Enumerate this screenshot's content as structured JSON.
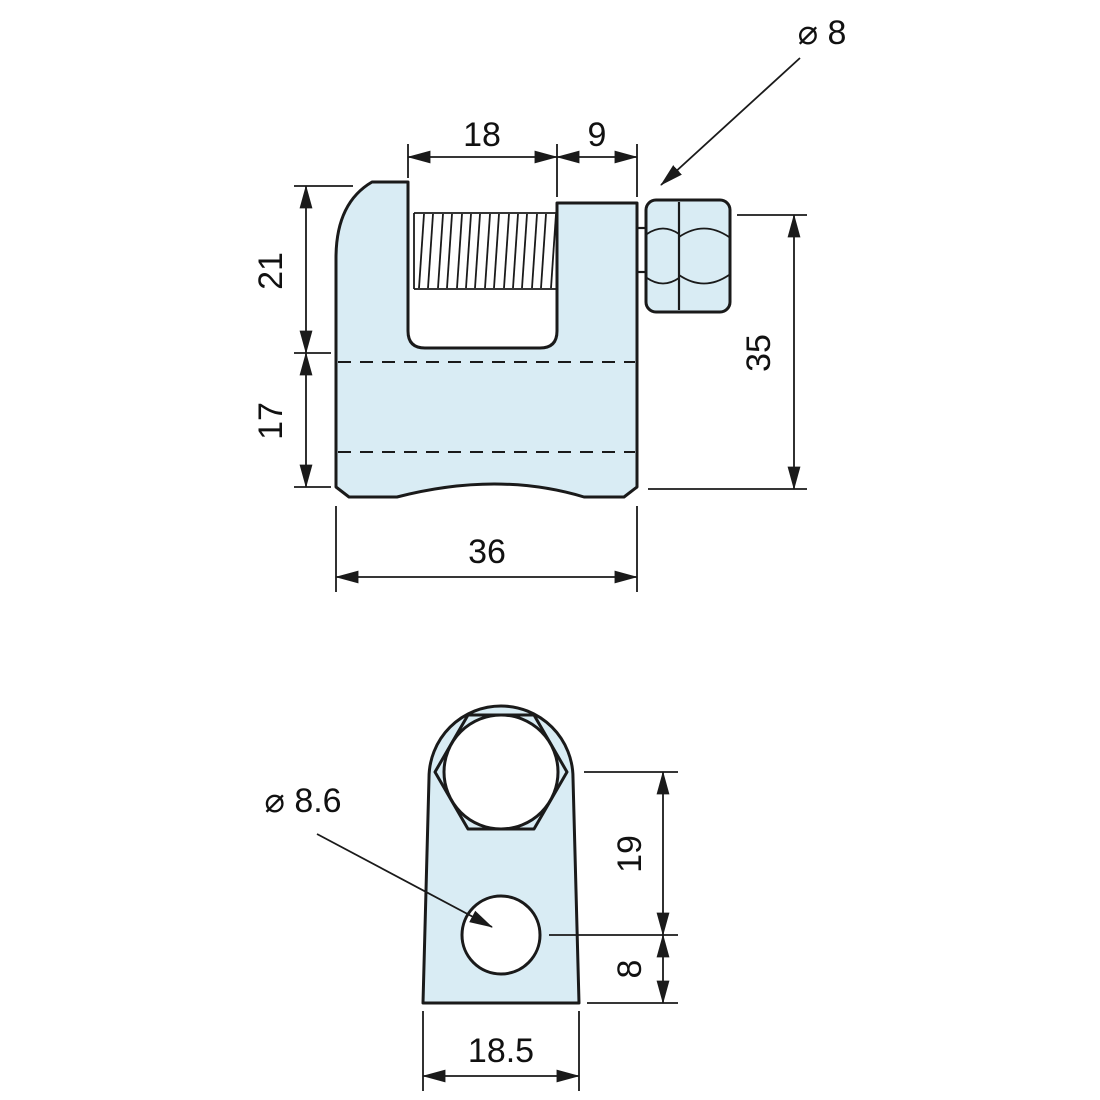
{
  "colors": {
    "body_fill": "#d9ecf4",
    "line": "#1a1a1a"
  },
  "side_view": {
    "dim_thread_length": "18",
    "dim_jaw_width": "9",
    "bolt_diameter_label": "⌀ 8",
    "dim_upper_height": "21",
    "dim_lower_height": "17",
    "dim_right_height": "35",
    "dim_overall_width": "36"
  },
  "front_view": {
    "hole_diameter_label": "⌀ 8.6",
    "dim_top_to_hole": "19",
    "dim_hole_to_base": "8",
    "dim_base_width": "18.5"
  }
}
